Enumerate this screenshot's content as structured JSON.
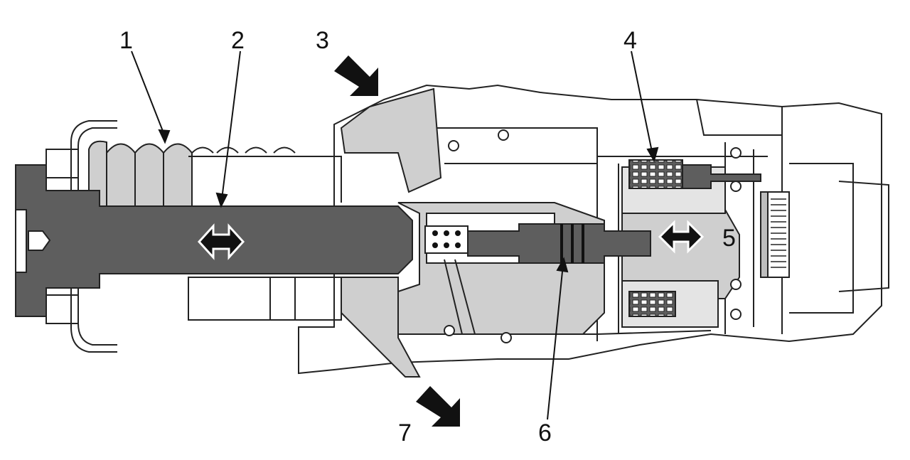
{
  "callouts": [
    {
      "id": "1",
      "text": "1"
    },
    {
      "id": "2",
      "text": "2"
    },
    {
      "id": "3",
      "text": "3"
    },
    {
      "id": "4",
      "text": "4"
    },
    {
      "id": "5",
      "text": "5"
    },
    {
      "id": "6",
      "text": "6"
    },
    {
      "id": "7",
      "text": "7"
    }
  ],
  "colors": {
    "dark_part": "#5e5e5e",
    "light_part": "#cfcfcf",
    "outline": "#222222",
    "background": "#ffffff"
  }
}
